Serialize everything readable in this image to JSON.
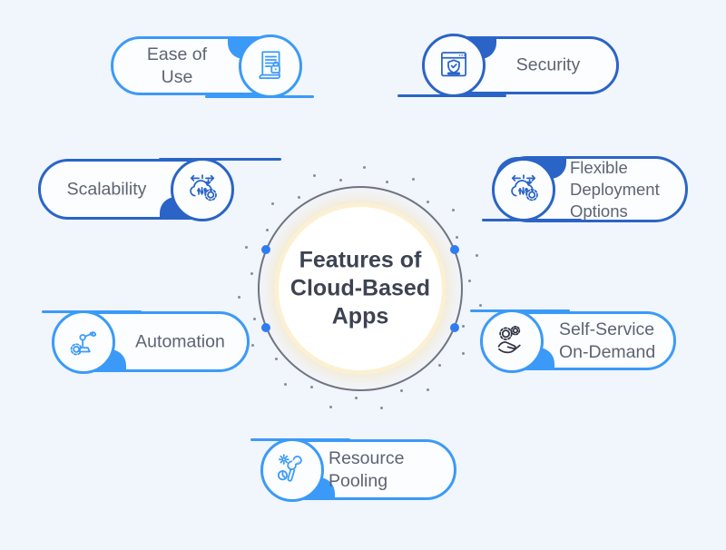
{
  "title": {
    "text": "Features of\nCloud-Based\nApps"
  },
  "features": [
    {
      "id": "ease-of-use",
      "label": "Ease of Use",
      "icon": "document-lock-icon"
    },
    {
      "id": "security",
      "label": "Security",
      "icon": "browser-shield-icon"
    },
    {
      "id": "scalability",
      "label": "Scalability",
      "icon": "cloud-scaling-icon"
    },
    {
      "id": "flexible-deployment",
      "label": "Flexible\nDeployment\nOptions",
      "icon": "cloud-deployment-icon"
    },
    {
      "id": "automation",
      "label": "Automation",
      "icon": "robot-arm-icon"
    },
    {
      "id": "self-service-on-demand",
      "label": "Self-Service\nOn-Demand",
      "icon": "hand-gears-icon"
    },
    {
      "id": "resource-pooling",
      "label": "Resource\nPooling",
      "icon": "wrench-dollar-icon"
    }
  ],
  "colors": {
    "light_blue": "#3B9AF8",
    "dark_blue": "#2A64C6",
    "background": "#F1F5FC",
    "capsule_fill": "#FBFDFF",
    "title_text": "#3C4352",
    "label_text": "#5D6472",
    "ring_gray": "#68707D",
    "dot_gray": "#707A88",
    "node_blue": "#2E7CF2",
    "halo_cream": "#FBF0D2"
  },
  "decor": {
    "outer_dotted_ring": {
      "count": 30,
      "step_deg": 12,
      "offset_deg": 4,
      "radii": [
        121,
        134
      ],
      "dot_size": 3
    },
    "ring_nodes": {
      "radius": 113,
      "angles_deg": [
        22.5,
        157.5,
        202.5,
        337.5
      ],
      "dot_size": 10
    }
  }
}
